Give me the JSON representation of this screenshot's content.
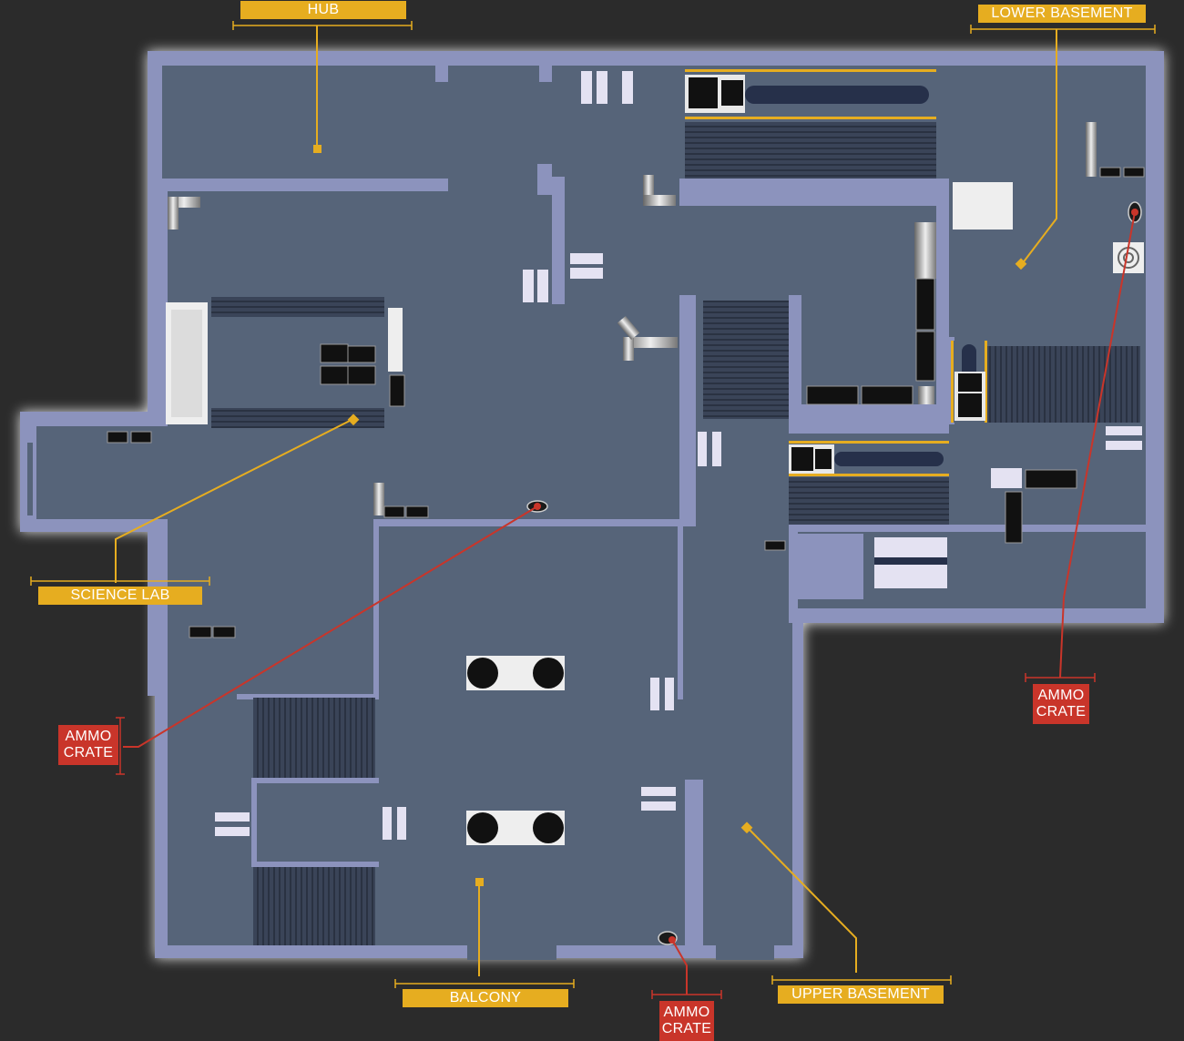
{
  "colors": {
    "background": "#2b2b2b",
    "floor": "#566479",
    "wall": "#8c93bd",
    "glow": "#ffffff",
    "room_label": "#e6ad20",
    "crate_label": "#c9352a",
    "stair": "#3a4458",
    "conveyor_stripe": "#e6ad20"
  },
  "rooms": [
    {
      "id": "hub",
      "label": "HUB"
    },
    {
      "id": "lower-basement",
      "label": "LOWER BASEMENT"
    },
    {
      "id": "science-lab",
      "label": "SCIENCE LAB"
    },
    {
      "id": "balcony",
      "label": "BALCONY"
    },
    {
      "id": "upper-basement",
      "label": "UPPER BASEMENT"
    }
  ],
  "crates": [
    {
      "id": "crate-west",
      "line1": "AMMO",
      "line2": "CRATE"
    },
    {
      "id": "crate-east",
      "line1": "AMMO",
      "line2": "CRATE"
    },
    {
      "id": "crate-south",
      "line1": "AMMO",
      "line2": "CRATE"
    }
  ]
}
